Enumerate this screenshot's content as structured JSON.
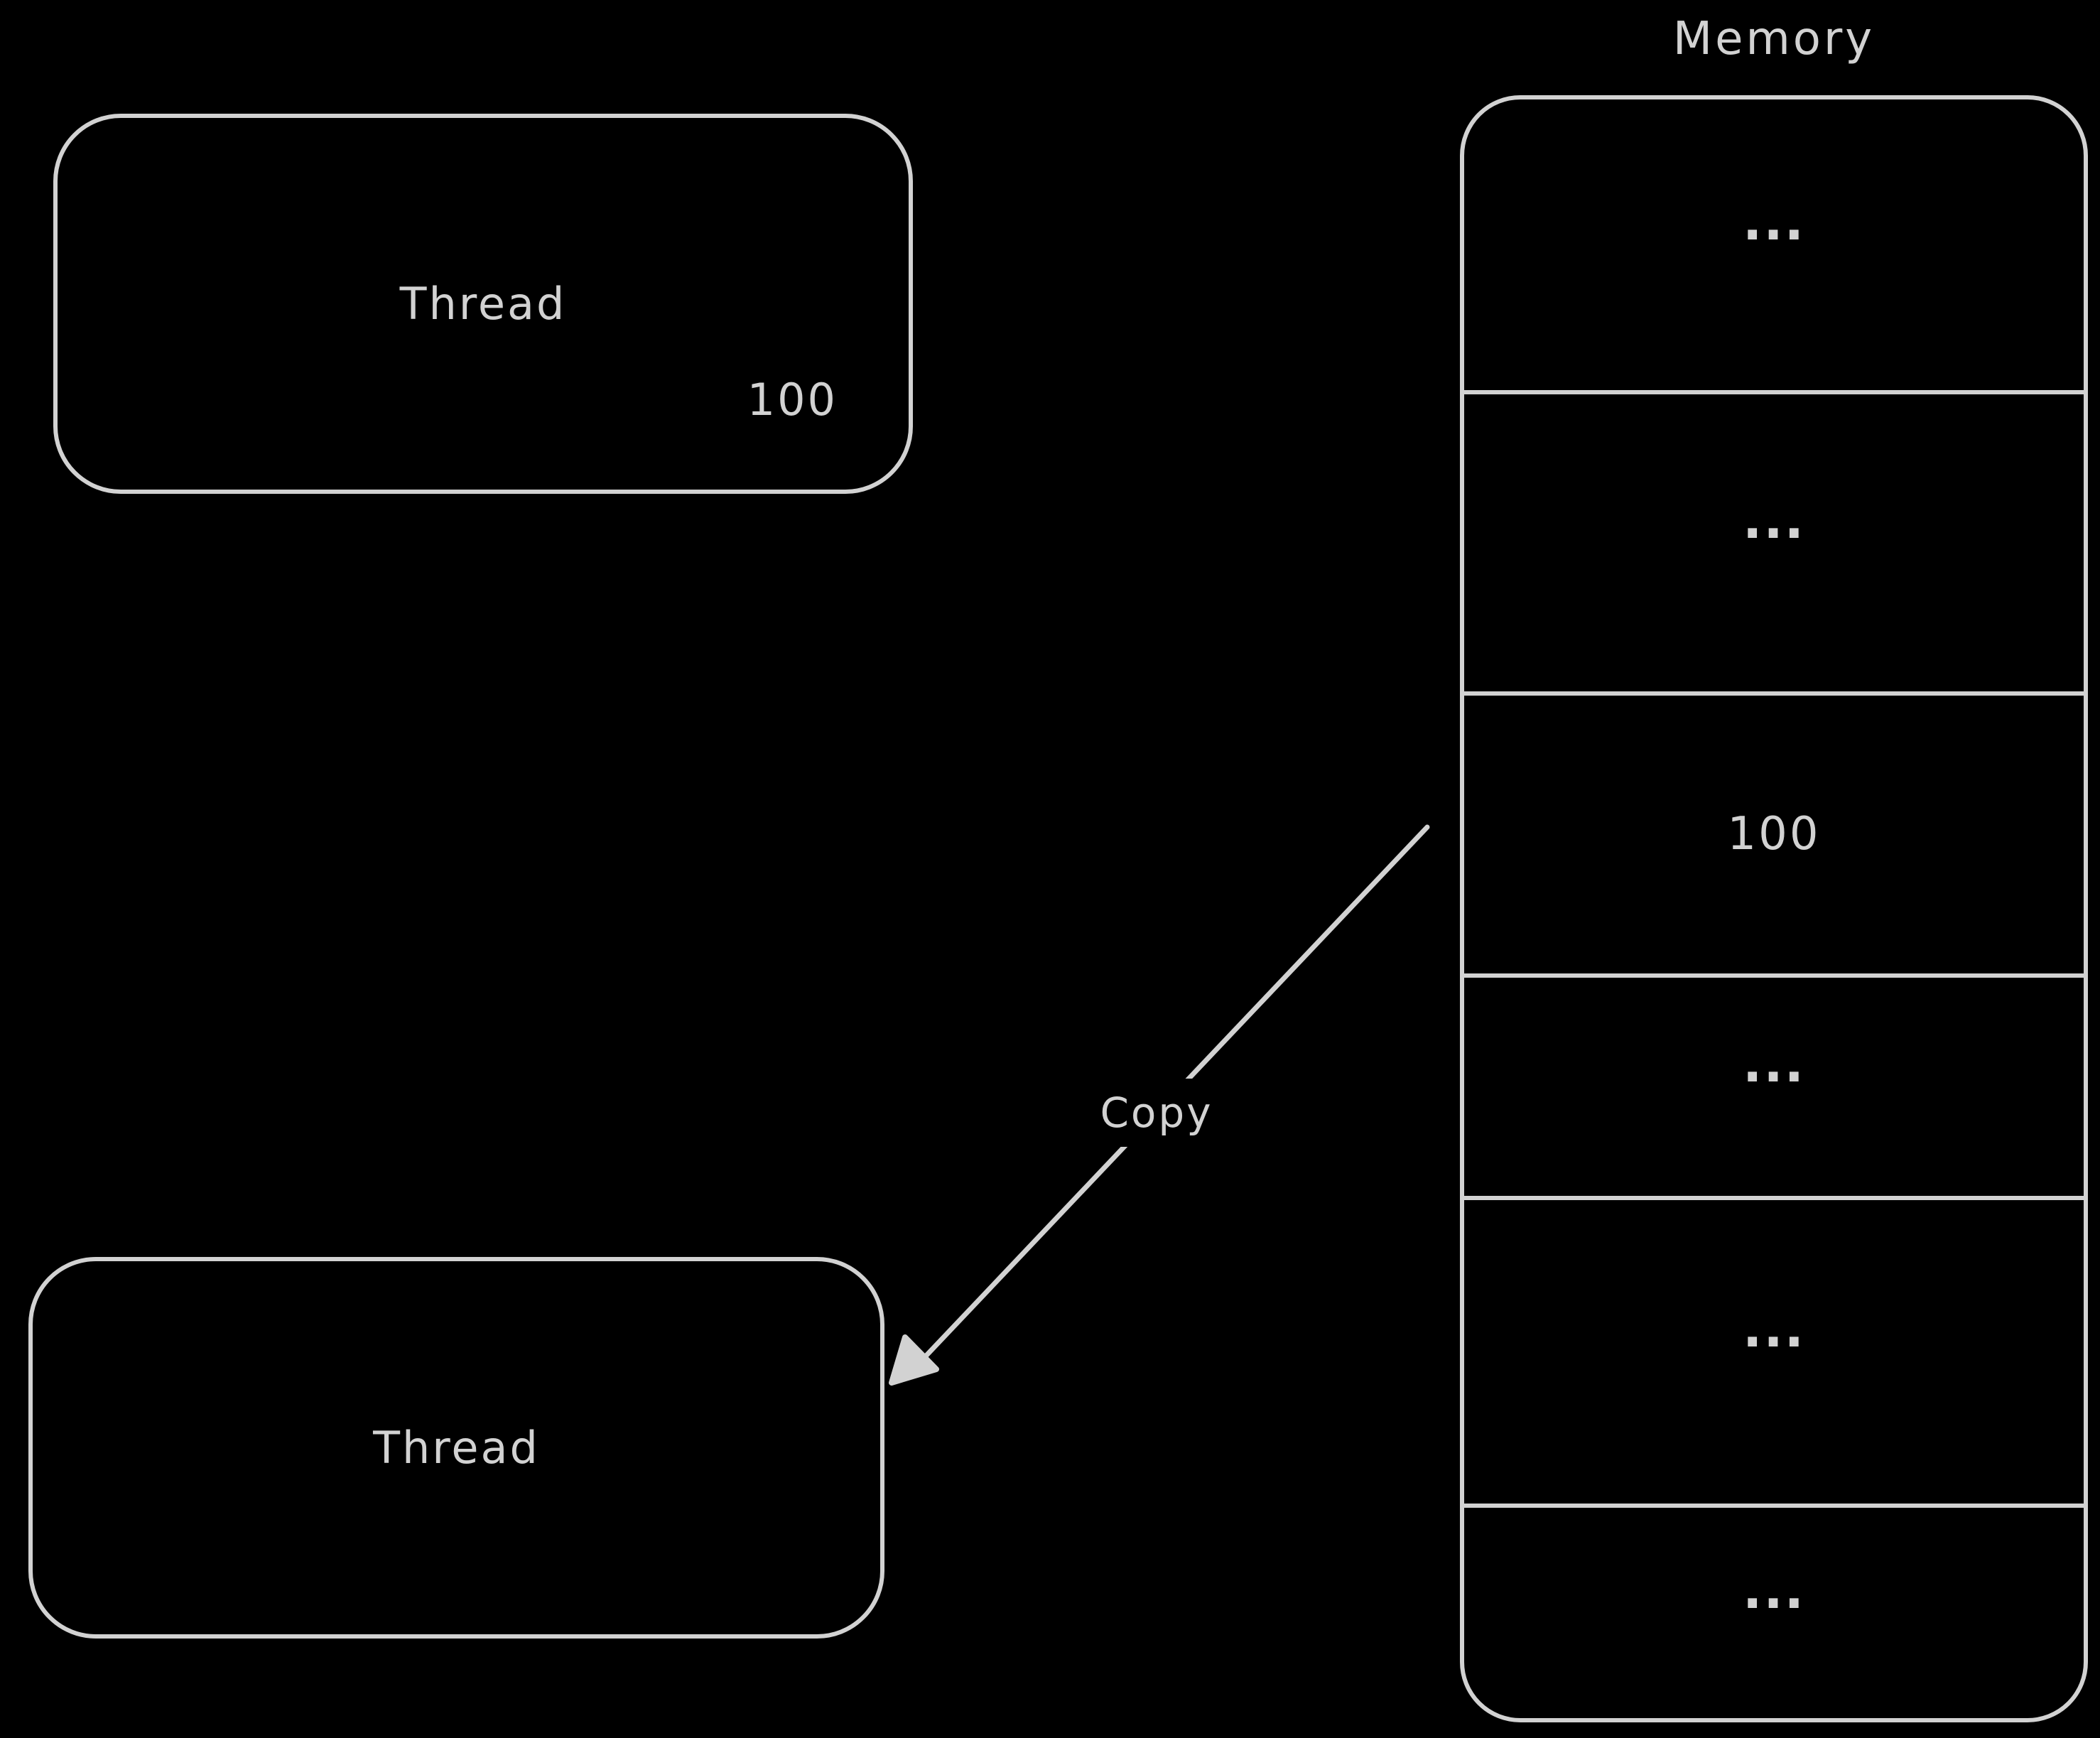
{
  "colors": {
    "background": "#000000",
    "stroke": "#d2d2d2"
  },
  "thread_top": {
    "label": "Thread",
    "value": "100"
  },
  "thread_bottom": {
    "label": "Thread"
  },
  "memory": {
    "title": "Memory",
    "cells": [
      "...",
      "...",
      "100",
      "...",
      "...",
      "..."
    ]
  },
  "arrow": {
    "label": "Copy"
  }
}
